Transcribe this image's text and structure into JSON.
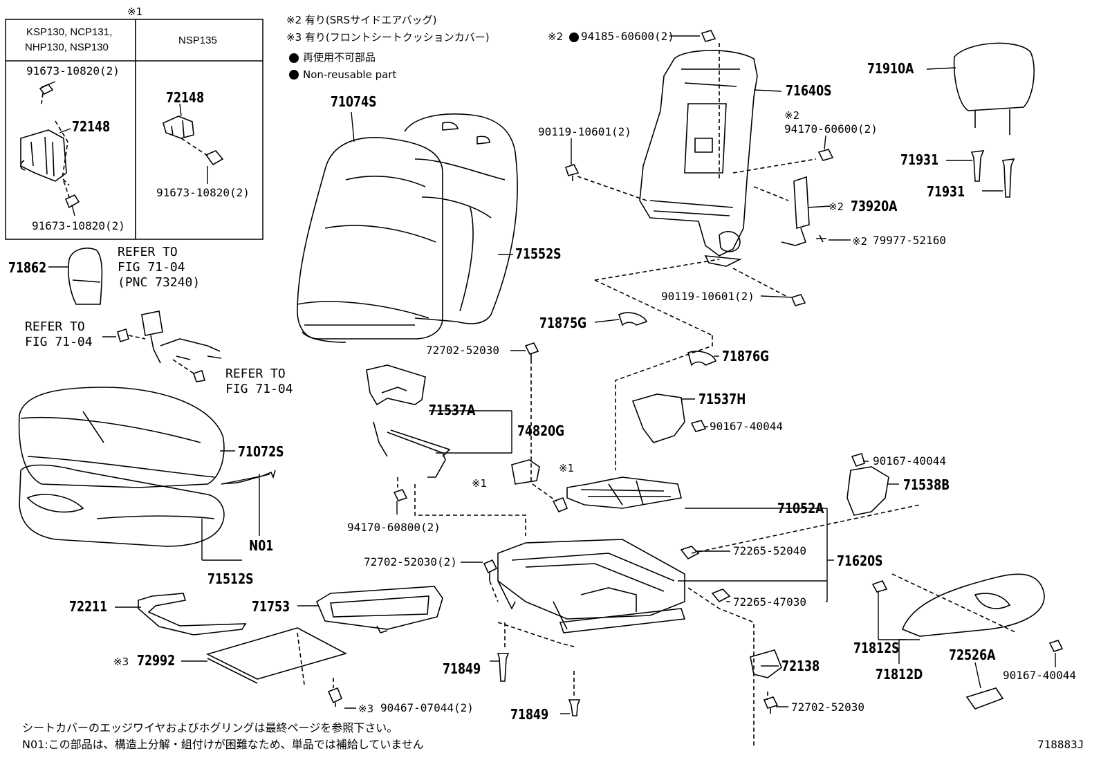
{
  "legend": {
    "mark1": "※1",
    "col1_models": "KSP130, NCP131,",
    "col1_models2": "NHP130, NSP130",
    "col2_model": "NSP135",
    "note2": "※2 有り(SRSサイドエアバッグ)",
    "note3": "※3 有り(フロントシートクッションカバー)",
    "nonreuse_jp": "再使用不可部品",
    "nonreuse_en": "Non-reusable part"
  },
  "box_parts": {
    "p1": "91673-10820(2)",
    "p2": "72148",
    "p3": "91673-10820(2)",
    "p4": "72148",
    "p5": "91673-10820(2)"
  },
  "refs": {
    "r1": "REFER TO",
    "r1b": "FIG 71-04",
    "r1c": "(PNC 73240)",
    "r2": "REFER TO",
    "r2b": "FIG 71-04",
    "r3": "REFER TO",
    "r3b": "FIG 71-04"
  },
  "parts": {
    "p71074S": "71074S",
    "p71552S": "71552S",
    "p71862": "71862",
    "p71072S": "71072S",
    "pN01": "N01",
    "p71512S": "71512S",
    "p72211": "72211",
    "p71753": "71753",
    "p72992": "72992",
    "p90467": "90467-07044(2)",
    "p71849a": "71849",
    "p71849b": "71849",
    "p72702a": "72702-52030",
    "p71537A": "71537A",
    "p74820G": "74820G",
    "p94170b": "94170-60800(2)",
    "p72702b": "72702-52030(2)",
    "mk1a": "※1",
    "mk1b": "※1",
    "p94185": "94185-60600(2)",
    "p71640S": "71640S",
    "p90119a": "90119-10601(2)",
    "p94170a": "94170-60600(2)",
    "p73920A": "73920A",
    "p79977": "79977-52160",
    "p90119b": "90119-10601(2)",
    "p71875G": "71875G",
    "p71876G": "71876G",
    "p71537H": "71537H",
    "p90167a": "90167-40044",
    "p90167b": "90167-40044",
    "p71538B": "71538B",
    "p71052A": "71052A",
    "p72265a": "72265-52040",
    "p71620S": "71620S",
    "p72265b": "72265-47030",
    "p71812S": "71812S",
    "p71812D": "71812D",
    "p72526A": "72526A",
    "p90167c": "90167-40044",
    "p72138": "72138",
    "p72702c": "72702-52030",
    "p71910A": "71910A",
    "p71931a": "71931",
    "p71931b": "71931",
    "mk2a": "※2",
    "mk2b": "※2",
    "mk2c": "※2",
    "mk2d": "※2",
    "mk3a": "※3",
    "mk3b": "※3"
  },
  "footer": {
    "line1": "シートカバーのエッジワイヤおよびホグリングは最終ページを参照下さい。",
    "line2": "N01:この部品は、構造上分解・組付けが困難なため、単品では補給していません",
    "code": "718883J"
  }
}
